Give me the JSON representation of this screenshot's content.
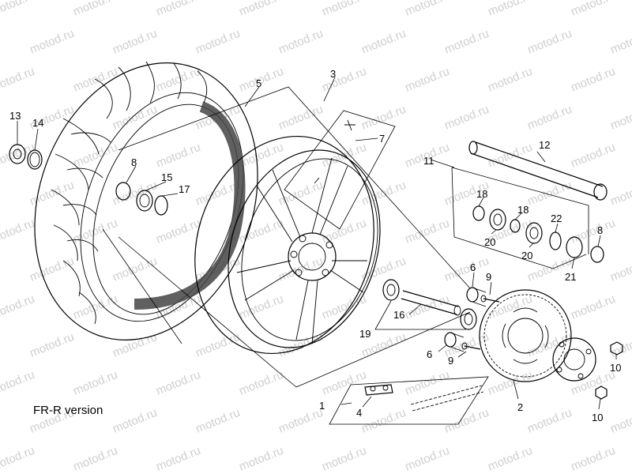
{
  "caption": "FR-R version",
  "watermark": "motod.ru",
  "callouts": [
    {
      "id": "c1",
      "text": "1"
    },
    {
      "id": "c2",
      "text": "2"
    },
    {
      "id": "c3",
      "text": "3"
    },
    {
      "id": "c4",
      "text": "4"
    },
    {
      "id": "c5",
      "text": "5"
    },
    {
      "id": "c6a",
      "text": "6"
    },
    {
      "id": "c6b",
      "text": "6"
    },
    {
      "id": "c7",
      "text": "7"
    },
    {
      "id": "c8a",
      "text": "8"
    },
    {
      "id": "c8b",
      "text": "8"
    },
    {
      "id": "c9a",
      "text": "9"
    },
    {
      "id": "c9b",
      "text": "9"
    },
    {
      "id": "c10a",
      "text": "10"
    },
    {
      "id": "c10b",
      "text": "10"
    },
    {
      "id": "c11",
      "text": "11"
    },
    {
      "id": "c12",
      "text": "12"
    },
    {
      "id": "c13",
      "text": "13"
    },
    {
      "id": "c14",
      "text": "14"
    },
    {
      "id": "c15",
      "text": "15"
    },
    {
      "id": "c16",
      "text": "16"
    },
    {
      "id": "c17",
      "text": "17"
    },
    {
      "id": "c18a",
      "text": "18"
    },
    {
      "id": "c18b",
      "text": "18"
    },
    {
      "id": "c19",
      "text": "19"
    },
    {
      "id": "c20a",
      "text": "20"
    },
    {
      "id": "c20b",
      "text": "20"
    },
    {
      "id": "c21",
      "text": "21"
    },
    {
      "id": "c22",
      "text": "22"
    }
  ]
}
